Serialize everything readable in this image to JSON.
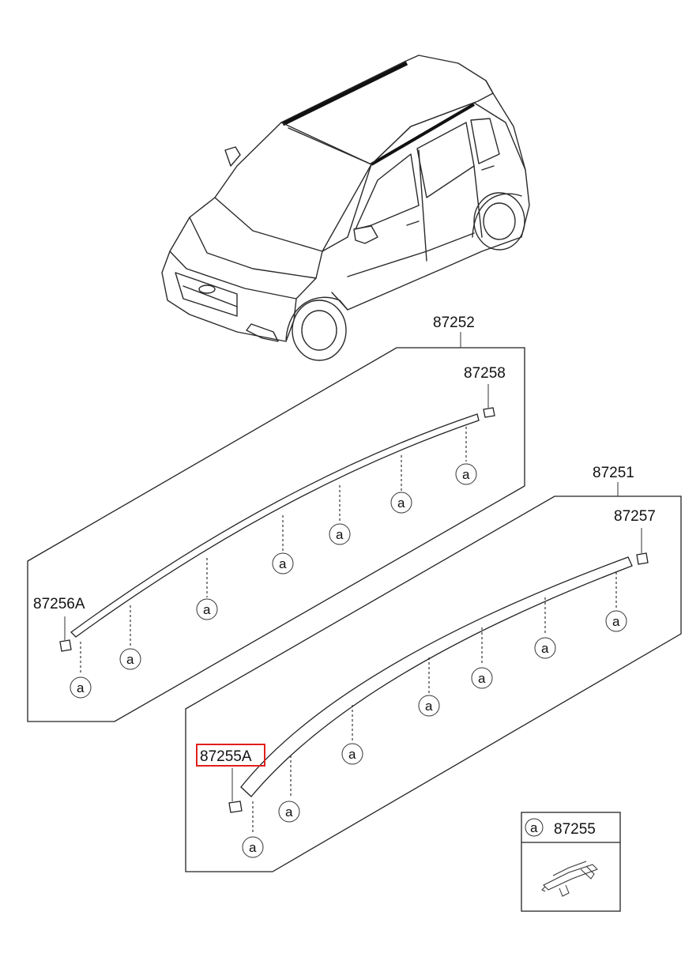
{
  "labels": {
    "upper_assembly": "87252",
    "upper_end_clip": "87258",
    "upper_front_clip": "87256A",
    "lower_assembly": "87251",
    "lower_end_clip": "87257",
    "lower_front_clip": "87255A",
    "legend_part": "87255"
  },
  "callout_symbol": "a",
  "highlight_color": "#e0201b"
}
